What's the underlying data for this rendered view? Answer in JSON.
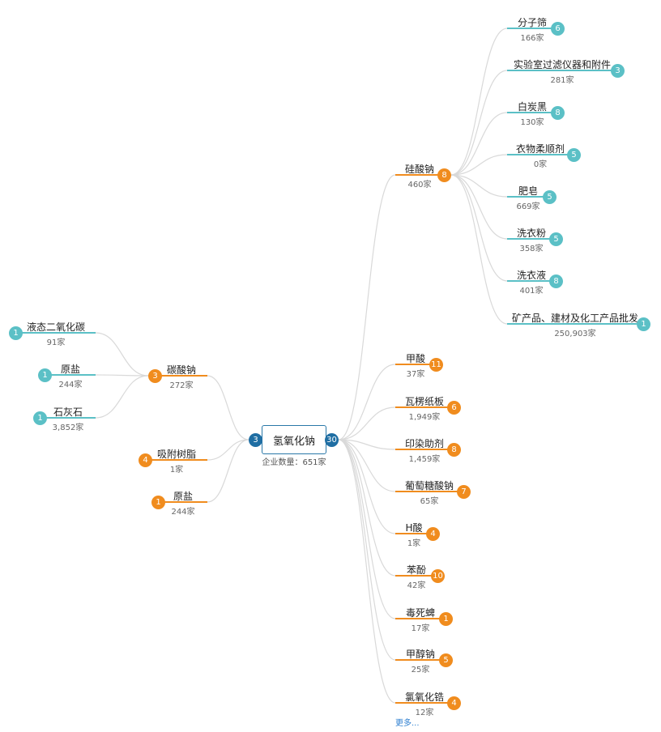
{
  "center": {
    "title": "氢氧化钠",
    "subtitle": "企业数量：651家",
    "left_badge": "3",
    "right_badge": "30"
  },
  "colors": {
    "orange": "#f08c1e",
    "teal": "#5bc0c6",
    "navy": "#1f6ea3",
    "edge": "#d9d9d9"
  },
  "left_nodes": [
    {
      "label": "碳酸钠",
      "count": "272家",
      "badge": "3",
      "children": [
        {
          "label": "液态二氧化碳",
          "count": "91家",
          "badge": "1"
        },
        {
          "label": "原盐",
          "count": "244家",
          "badge": "1"
        },
        {
          "label": "石灰石",
          "count": "3,852家",
          "badge": "1"
        }
      ]
    },
    {
      "label": "吸附树脂",
      "count": "1家",
      "badge": "4"
    },
    {
      "label": "原盐",
      "count": "244家",
      "badge": "1"
    }
  ],
  "right_nodes": [
    {
      "label": "硅酸钠",
      "count": "460家",
      "badge": "8",
      "children": [
        {
          "label": "分子筛",
          "count": "166家",
          "badge": "6"
        },
        {
          "label": "实验室过滤仪器和附件",
          "count": "281家",
          "badge": "3"
        },
        {
          "label": "白炭黑",
          "count": "130家",
          "badge": "8"
        },
        {
          "label": "衣物柔顺剂",
          "count": "0家",
          "badge": "5"
        },
        {
          "label": "肥皂",
          "count": "669家",
          "badge": "5"
        },
        {
          "label": "洗衣粉",
          "count": "358家",
          "badge": "5"
        },
        {
          "label": "洗衣液",
          "count": "401家",
          "badge": "8"
        },
        {
          "label": "矿产品、建材及化工产品批发",
          "count": "250,903家",
          "badge": "1"
        }
      ]
    },
    {
      "label": "甲酸",
      "count": "37家",
      "badge": "11"
    },
    {
      "label": "瓦楞纸板",
      "count": "1,949家",
      "badge": "6"
    },
    {
      "label": "印染助剂",
      "count": "1,459家",
      "badge": "8"
    },
    {
      "label": "葡萄糖酸钠",
      "count": "65家",
      "badge": "7"
    },
    {
      "label": "H酸",
      "count": "1家",
      "badge": "4"
    },
    {
      "label": "苯酚",
      "count": "42家",
      "badge": "10"
    },
    {
      "label": "毒死蜱",
      "count": "17家",
      "badge": "1"
    },
    {
      "label": "甲醇钠",
      "count": "25家",
      "badge": "5"
    },
    {
      "label": "氯氧化锆",
      "count": "12家",
      "badge": "4"
    }
  ],
  "more_label": "更多..."
}
